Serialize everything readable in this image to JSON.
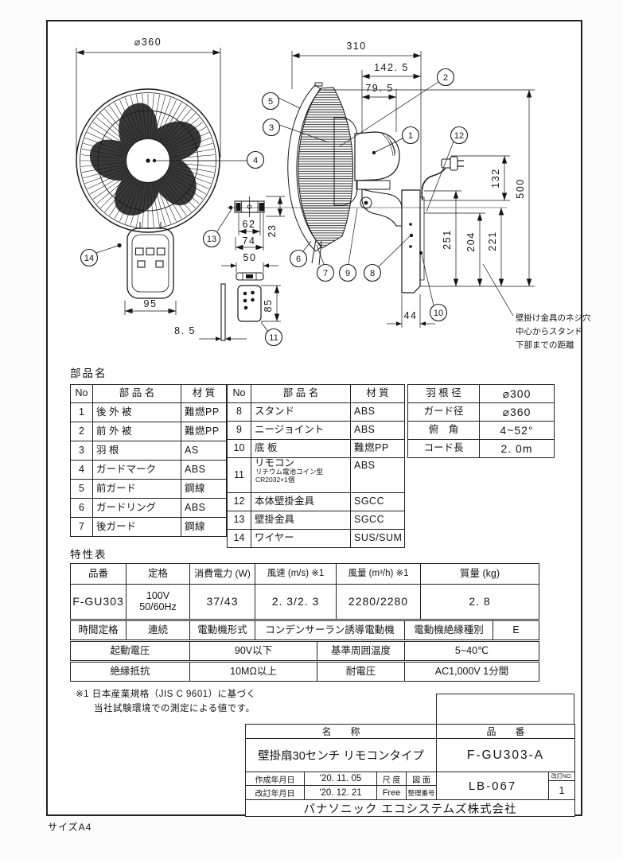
{
  "page": {
    "size_label": "サイズA4"
  },
  "drawing": {
    "dims": {
      "front_diameter": "⌀360",
      "depth": "310",
      "head_depth": "142. 5",
      "motor_front": "79. 5",
      "plug": "132",
      "height": "500",
      "h251": "251",
      "h204": "204",
      "h221": "221",
      "stand": "44",
      "b62": "62",
      "b74": "74",
      "b23": "23",
      "r50": "50",
      "r85": "85",
      "r8_5": "8. 5",
      "holder": "95"
    },
    "wall_note": [
      "壁掛け金具のネジ穴",
      "中心からスタンド",
      "下部までの距離"
    ],
    "callouts": [
      "1",
      "2",
      "3",
      "4",
      "5",
      "6",
      "7",
      "8",
      "9",
      "10",
      "11",
      "12",
      "13",
      "14"
    ]
  },
  "parts": {
    "section_title": "部品名",
    "headers": [
      "No",
      "部 品 名",
      "材 質"
    ],
    "table1": {
      "rows": [
        [
          "1",
          "後 外 被",
          "難燃PP"
        ],
        [
          "2",
          "前 外 被",
          "難燃PP"
        ],
        [
          "3",
          "羽 根",
          "AS"
        ],
        [
          "4",
          "ガードマーク",
          "ABS"
        ],
        [
          "5",
          "前ガード",
          "鋼線"
        ],
        [
          "6",
          "ガードリング",
          "ABS"
        ],
        [
          "7",
          "後ガード",
          "鋼線"
        ]
      ]
    },
    "table2": {
      "rows": [
        [
          "8",
          "スタンド",
          "ABS"
        ],
        [
          "9",
          "ニージョイント",
          "ABS"
        ],
        [
          "10",
          "底 板",
          "難燃PP"
        ],
        [
          "11",
          "リモコン",
          "ABS"
        ],
        [
          "12",
          "本体壁掛金具",
          "SGCC"
        ],
        [
          "13",
          "壁掛金具",
          "SGCC"
        ],
        [
          "14",
          "ワイヤー",
          "SUS/SUM"
        ]
      ],
      "remote_battery_note": [
        "リチウム電池コイン型",
        "CR2032×1個"
      ]
    },
    "spec": {
      "rows": [
        [
          "羽 根 径",
          "⌀300"
        ],
        [
          "ガード径",
          "⌀360"
        ],
        [
          "俯　角",
          "4~52°"
        ],
        [
          "コード長",
          "2. 0m"
        ]
      ]
    }
  },
  "characteristics": {
    "section_title": "特性表",
    "headers": [
      "品番",
      "定格",
      "消費電力 (W)",
      "風速 (m/s) ※1",
      "風量 (m³/h) ※1",
      "質量 (kg)"
    ],
    "model": "F-GU303",
    "rating": [
      "100V",
      "50/60Hz"
    ],
    "power": "37/43",
    "wind_speed": "2. 3/2. 3",
    "air_volume": "2280/2280",
    "weight": "2. 8",
    "row2": [
      "時間定格",
      "連続",
      "電動機形式",
      "コンデンサーラン誘導電動機",
      "電動機絶縁種別",
      "E"
    ],
    "row3": [
      "起動電圧",
      "90V以下",
      "基準周囲温度",
      "5~40℃"
    ],
    "row4": [
      "絶縁抵抗",
      "10MΩ以上",
      "耐電圧",
      "AC1,000V 1分間"
    ],
    "notes": [
      "※1 日本産業規格（JIS C 9601）に基づく",
      "当社試験環境での測定による値です。"
    ]
  },
  "title_block": {
    "name_header": "名　　称",
    "part_no_header": "品　　番",
    "name": "壁掛扇30センチ リモコンタイプ",
    "part_no": "F-GU303-A",
    "created_label": "作成年月日",
    "created": "'20. 11. 05",
    "revised_label": "改訂年月日",
    "revised": "'20. 12. 21",
    "scale_label": "尺 度",
    "scale": "Free",
    "drawing_label_top": "図 面",
    "drawing_label_bottom": "整理番号",
    "drawing_no": "LB-067",
    "rev_label": "改訂NO.",
    "rev_no": "1",
    "company": "パナソニック エコシステムズ株式会社"
  }
}
